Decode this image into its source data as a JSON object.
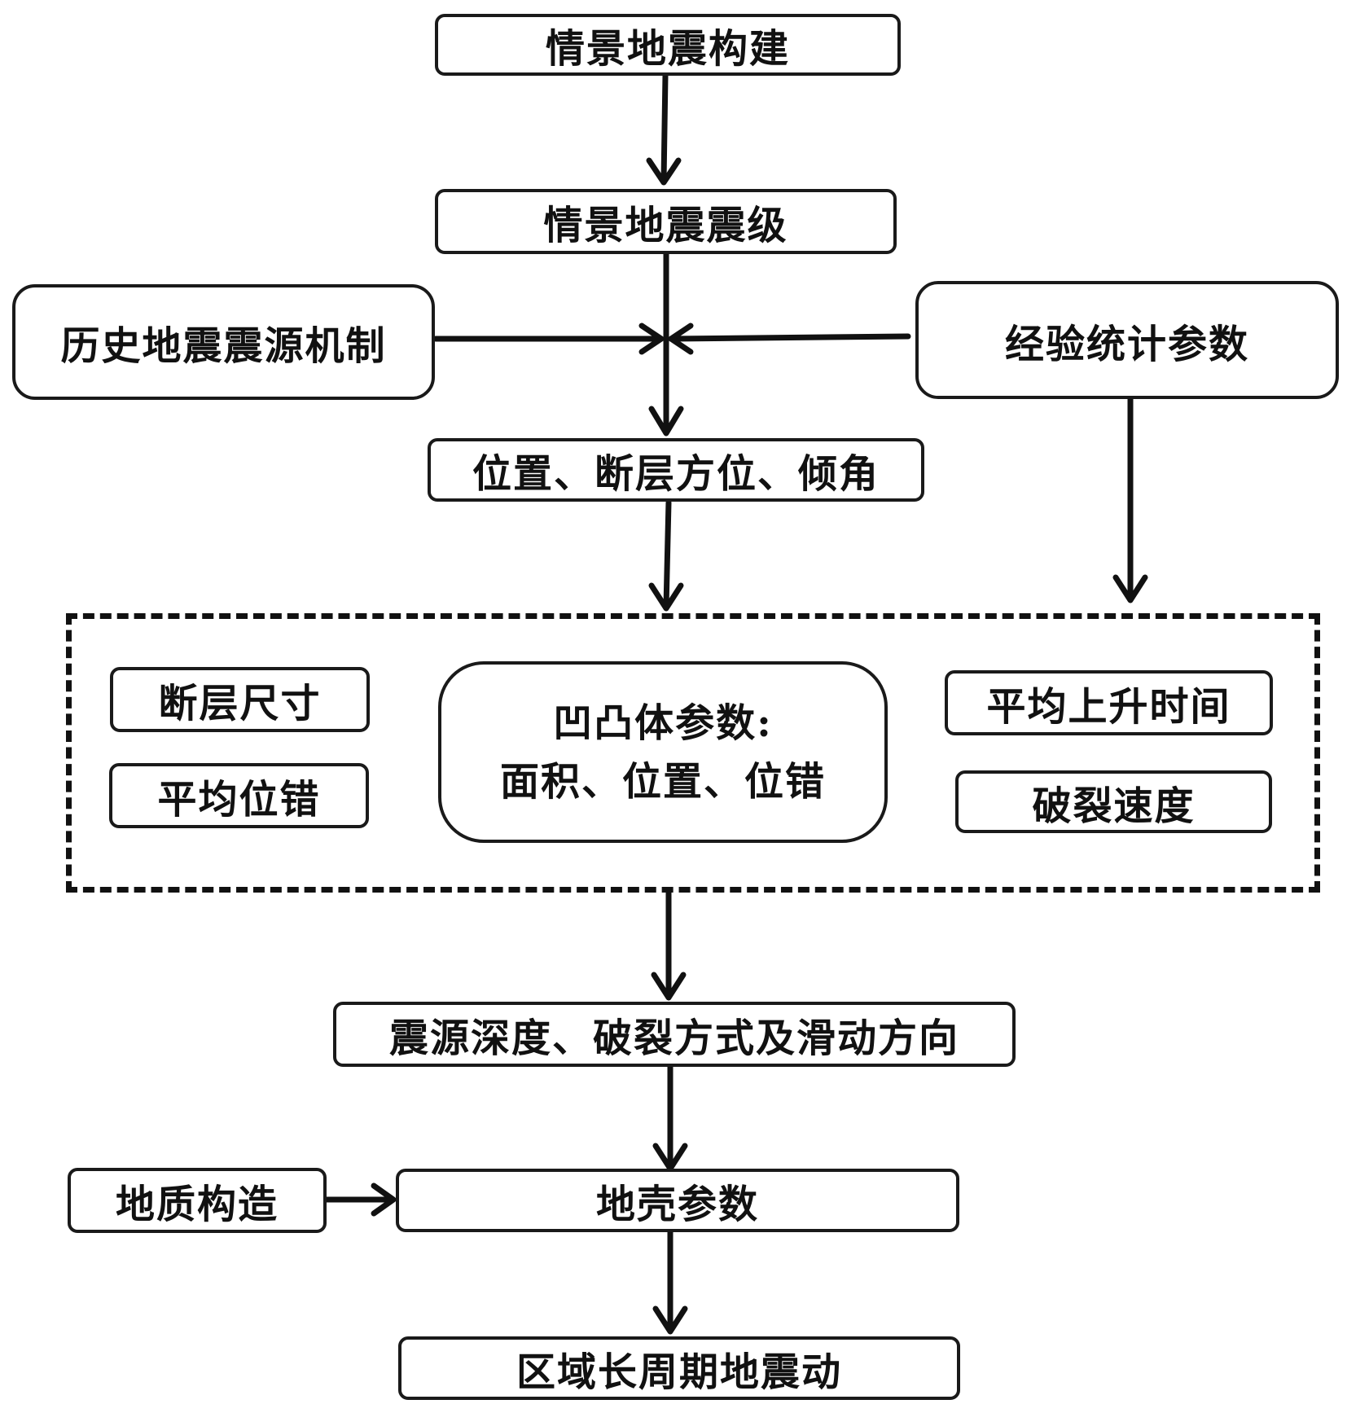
{
  "nodes": {
    "scenario_construction": "情景地震构建",
    "scenario_magnitude": "情景地震震级",
    "historical_mechanism": "历史地震震源机制",
    "empirical_parameters": "经验统计参数",
    "position_strike_dip": "位置、断层方位、倾角",
    "fault_size": "断层尺寸",
    "average_slip": "平均位错",
    "asperity_title": "凹凸体参数:",
    "asperity_detail": "面积、位置、位错",
    "average_rise_time": "平均上升时间",
    "rupture_velocity": "破裂速度",
    "depth_rupture_slip": "震源深度、破裂方式及滑动方向",
    "geological_structure": "地质构造",
    "crustal_parameters": "地壳参数",
    "regional_long_period_motion": "区域长周期地震动"
  }
}
